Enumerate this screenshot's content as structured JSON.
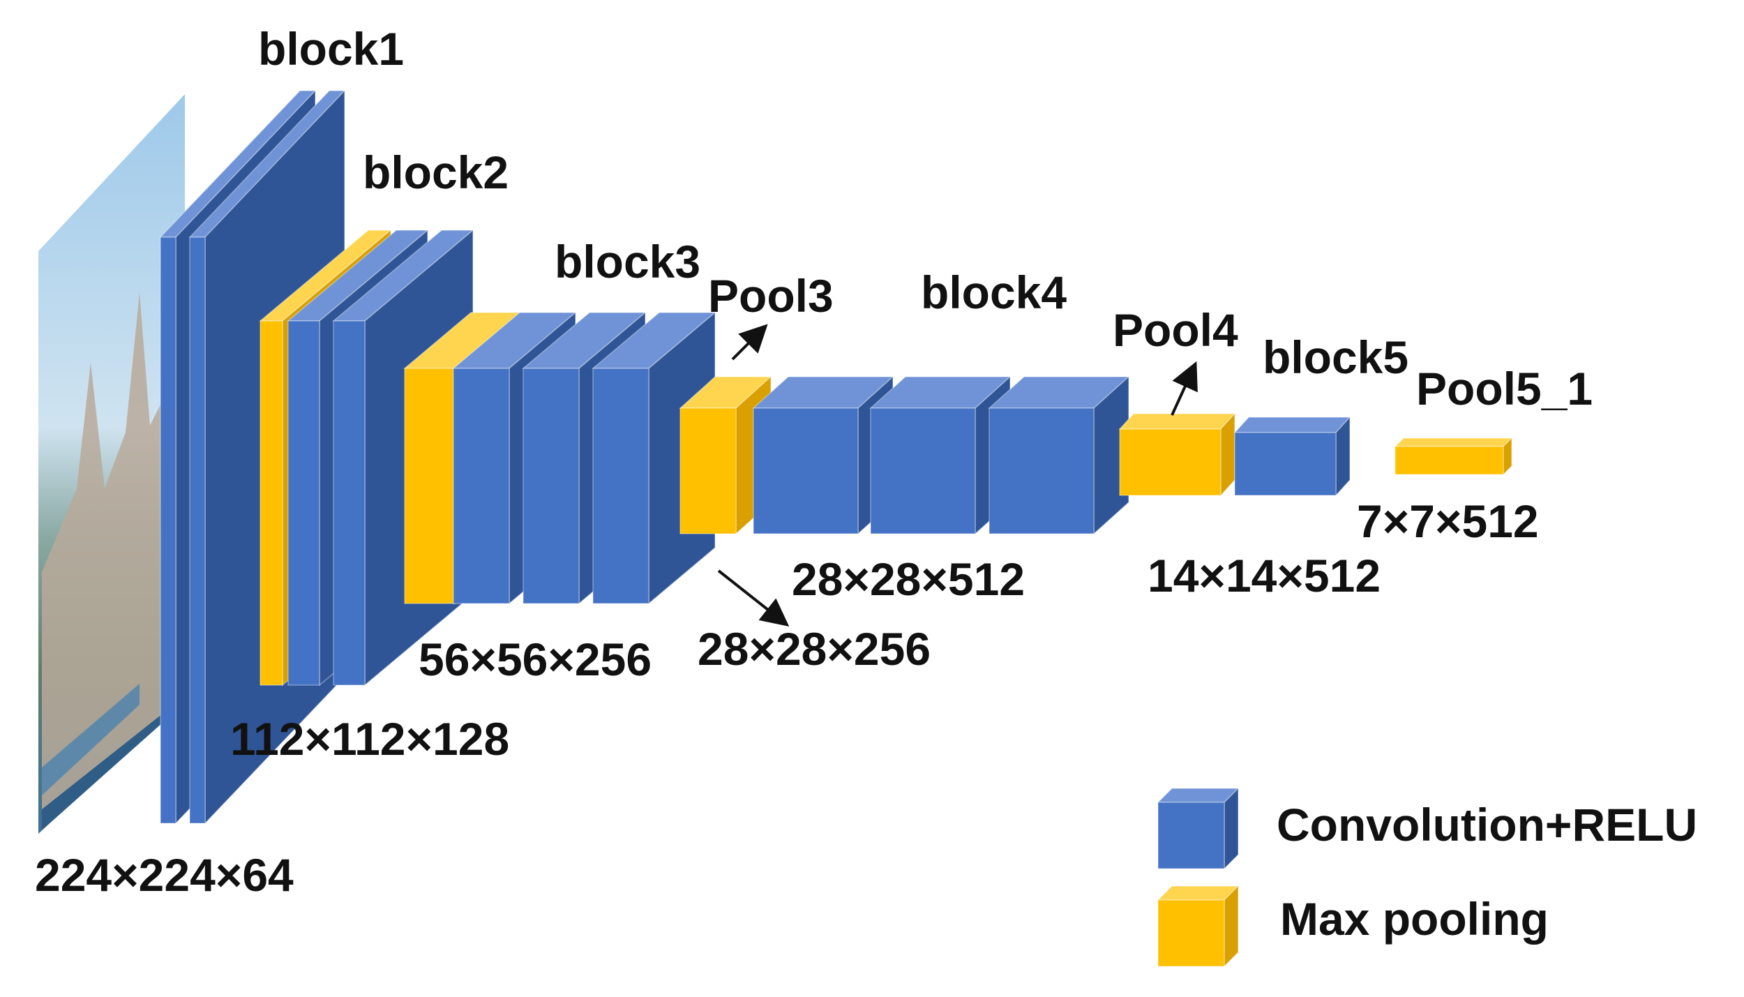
{
  "colors": {
    "conv": "#4472C4",
    "conv_top": "#6F93D6",
    "conv_side": "#2F5597",
    "pool": "#FFC000",
    "pool_top": "#FFD54F",
    "pool_side": "#D9A000",
    "text": "#111111"
  },
  "labels": {
    "block1": "block1",
    "block2": "block2",
    "block3": "block3",
    "block4": "block4",
    "block5": "block5",
    "pool3": "Pool3",
    "pool4": "Pool4",
    "pool5": "Pool5_1"
  },
  "dims": {
    "d224": "224×224×64",
    "d112": "112×112×128",
    "d56": "56×56×256",
    "d28_256": "28×28×256",
    "d28_512": "28×28×512",
    "d14": "14×14×512",
    "d7": "7×7×512"
  },
  "legend": {
    "conv": "Convolution+RELU",
    "pool": "Max pooling"
  },
  "input_image": "castle-photo"
}
